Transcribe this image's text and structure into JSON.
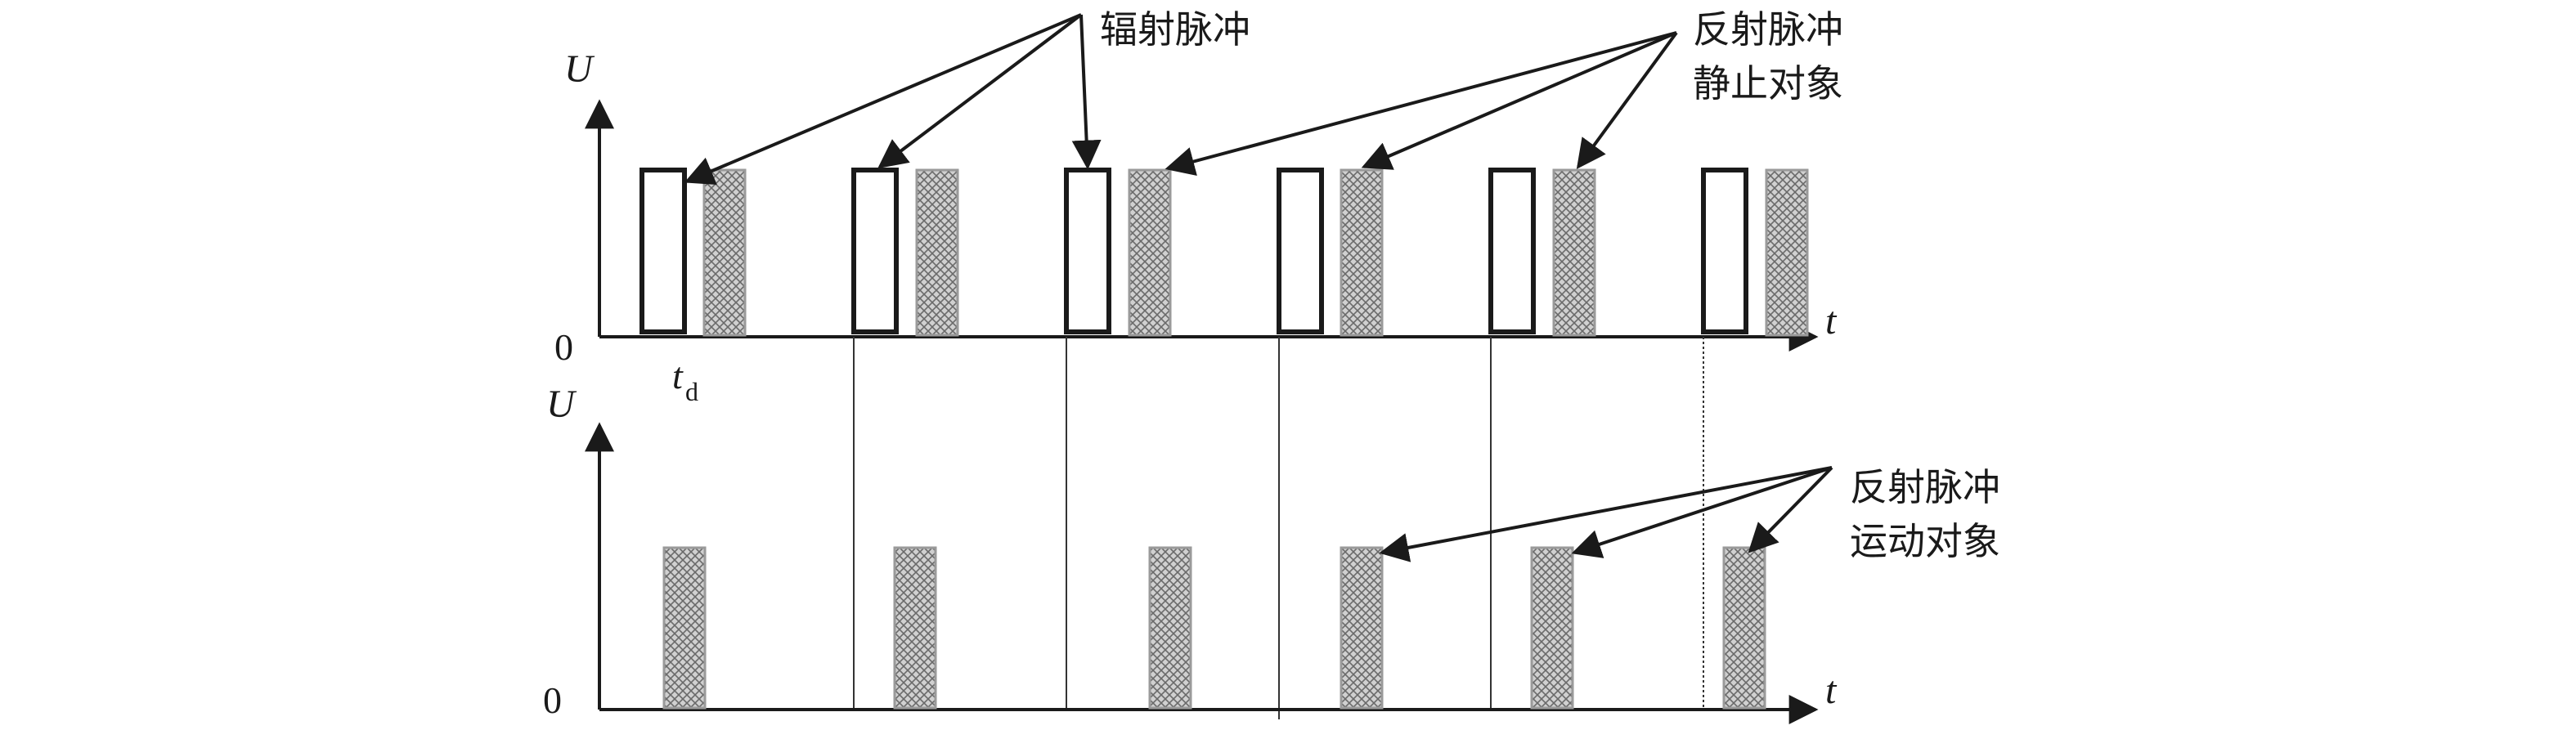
{
  "top_panel": {
    "y_axis_label": "U",
    "x_axis_label": "t",
    "origin_label": "0",
    "delay_label_main": "t",
    "delay_label_sub": "d"
  },
  "bottom_panel": {
    "y_axis_label": "U",
    "x_axis_label": "t",
    "origin_label": "0"
  },
  "annotations": {
    "emitted_pulses": "辐射脉冲",
    "reflected_static_line1": "反射脉冲",
    "reflected_static_line2": "静止对象",
    "reflected_moving_line1": "反射脉冲",
    "reflected_moving_line2": "运动对象"
  },
  "colors": {
    "line": "#1a1a1a",
    "hatch_fill": "#c8c8c8",
    "background": "#ffffff"
  }
}
